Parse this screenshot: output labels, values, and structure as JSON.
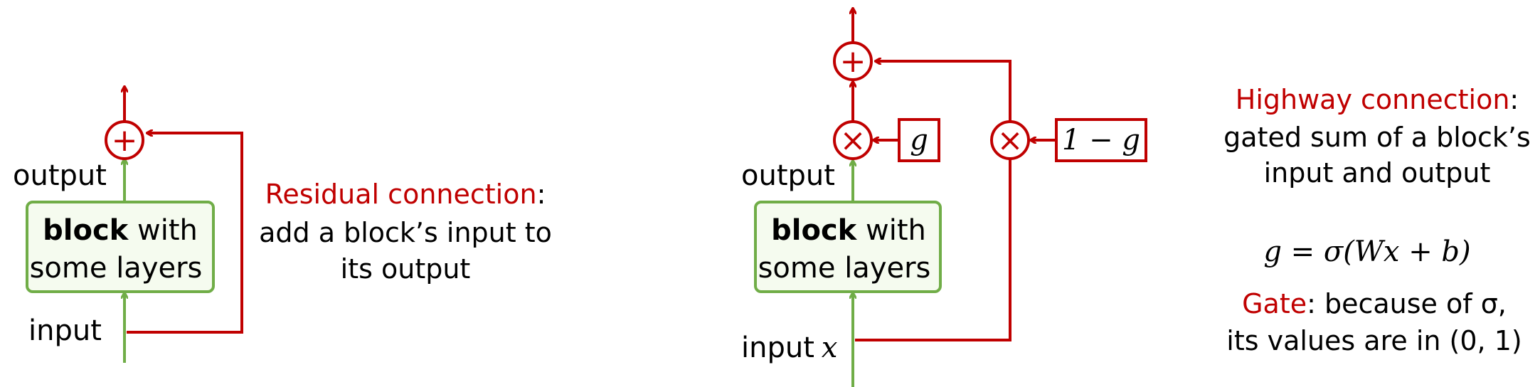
{
  "colors": {
    "red": "#c00000",
    "green": "#70ad47",
    "block_fill": "#f5fbef"
  },
  "left": {
    "output_label": "output",
    "input_label": "input",
    "block_bold": "block",
    "block_rest1": " with",
    "block_line2": "some layers",
    "plus_symbol": "+",
    "desc_title": "Residual connection",
    "desc_title_suffix": ":",
    "desc_line2": "add a block’s input to",
    "desc_line3": "its output"
  },
  "right": {
    "output_label": "output",
    "input_label": "input",
    "input_var": "x",
    "block_bold": "block",
    "block_rest1": " with",
    "block_line2": "some layers",
    "plus_symbol": "+",
    "times_symbol": "×",
    "gate_label": "g",
    "one_minus_gate_label": "1 − g",
    "desc_title": "Highway connection",
    "desc_title_suffix": ":",
    "desc_line2": "gated sum of a block’s",
    "desc_line3": "input and output",
    "formula": "g = σ(Wx + b)",
    "gate_title": "Gate",
    "gate_rest": ": because of σ,",
    "gate_line2": "its values are in (0, 1)"
  }
}
